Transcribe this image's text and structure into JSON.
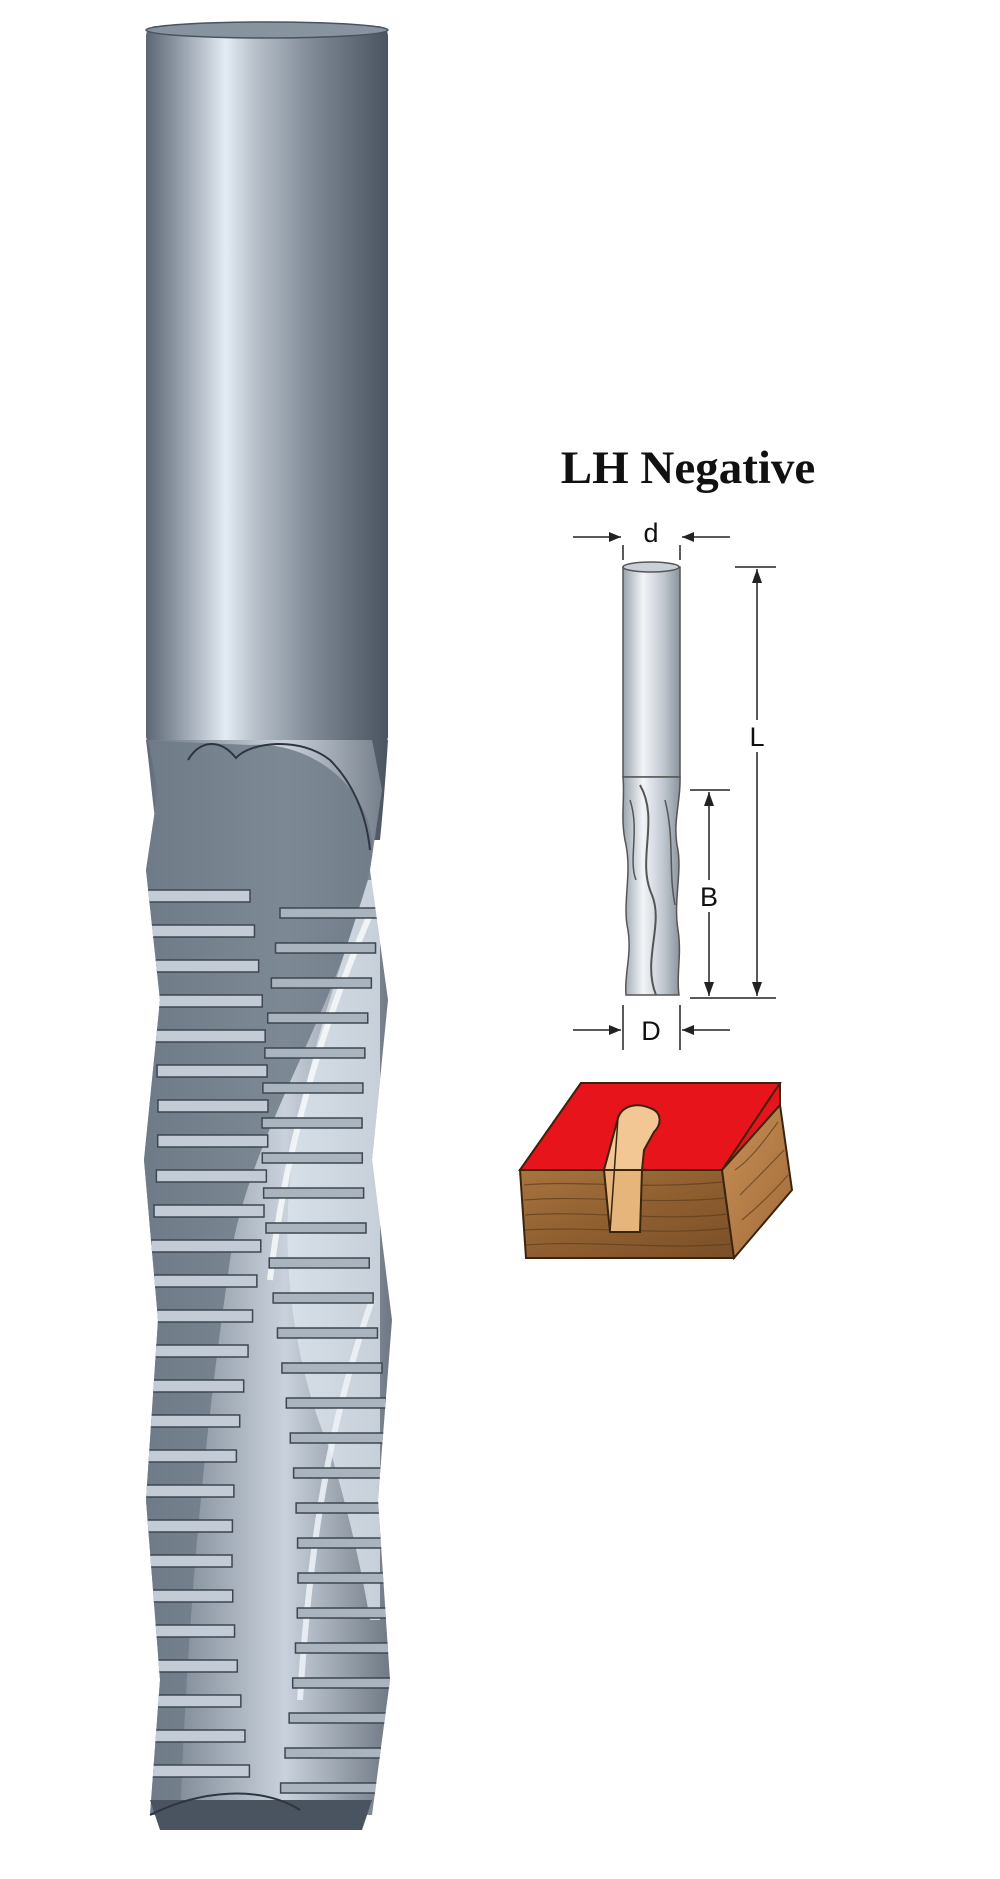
{
  "diagram": {
    "title": "LH Negative",
    "dimensions": {
      "shank_diameter": "d",
      "overall_length": "L",
      "cutting_length": "B",
      "cutting_diameter": "D"
    }
  },
  "colors": {
    "background": "#ffffff",
    "tool_steel": "#7d8793",
    "tool_steel_dark": "#4a5360",
    "tool_highlight": "#e3ebf3",
    "workpiece_top": "#e8141b",
    "workpiece_wood": "#9a6a3a",
    "workpiece_wood_light": "#d9a36a"
  }
}
